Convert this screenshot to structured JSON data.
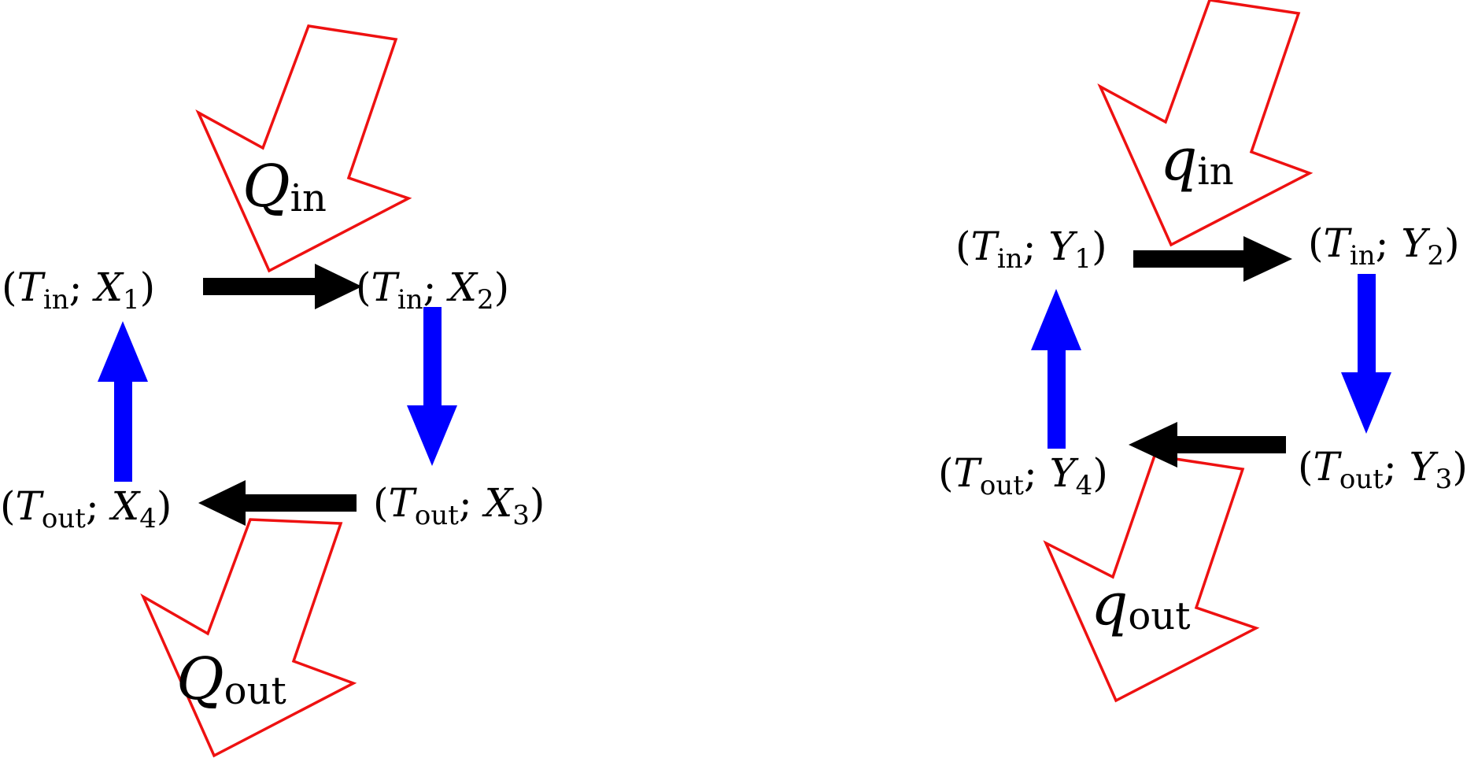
{
  "colors": {
    "heat_arrow": "#ee1111",
    "vertical_arrow": "#0000ff",
    "horizontal_arrow": "#000000"
  },
  "left_cycle": {
    "heat_in": {
      "symbol": "Q",
      "subscript": "in"
    },
    "heat_out": {
      "symbol": "Q",
      "subscript": "out"
    },
    "states": [
      {
        "temp_sub": "in",
        "var": "X",
        "index": "1"
      },
      {
        "temp_sub": "in",
        "var": "X",
        "index": "2"
      },
      {
        "temp_sub": "out",
        "var": "X",
        "index": "3"
      },
      {
        "temp_sub": "out",
        "var": "X",
        "index": "4"
      }
    ]
  },
  "right_cycle": {
    "heat_in": {
      "symbol": "q",
      "subscript": "in"
    },
    "heat_out": {
      "symbol": "q",
      "subscript": "out"
    },
    "states": [
      {
        "temp_sub": "in",
        "var": "Y",
        "index": "1"
      },
      {
        "temp_sub": "in",
        "var": "Y",
        "index": "2"
      },
      {
        "temp_sub": "out",
        "var": "Y",
        "index": "3"
      },
      {
        "temp_sub": "out",
        "var": "Y",
        "index": "4"
      }
    ]
  }
}
